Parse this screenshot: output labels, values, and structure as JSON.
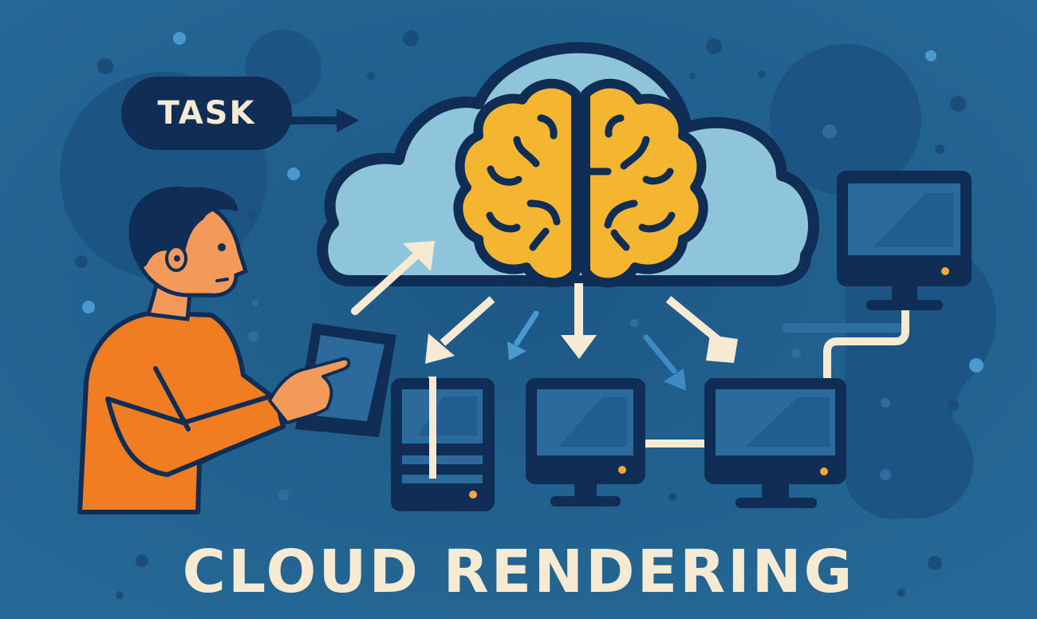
{
  "illustration": {
    "title": "CLOUD RENDERING",
    "task_label": "TASK",
    "elements": {
      "user": "person-with-tablet",
      "cloud": "cloud-with-brain",
      "workstations": [
        "tower-workstation",
        "monitor-1",
        "monitor-2",
        "monitor-top-right"
      ]
    }
  },
  "colors": {
    "background": "#23638f",
    "background_shapes": "#1b5381",
    "navy_outline": "#0f2d55",
    "cloud_fill": "#8ec5da",
    "brain_fill": "#f4b630",
    "shirt": "#f07d22",
    "skin": "#f39a5a",
    "cream": "#f7ead2",
    "accent_light_blue": "#4a9ad0",
    "screen_fill": "#2c6a9c",
    "indicator_dot": "#f4a73a"
  }
}
